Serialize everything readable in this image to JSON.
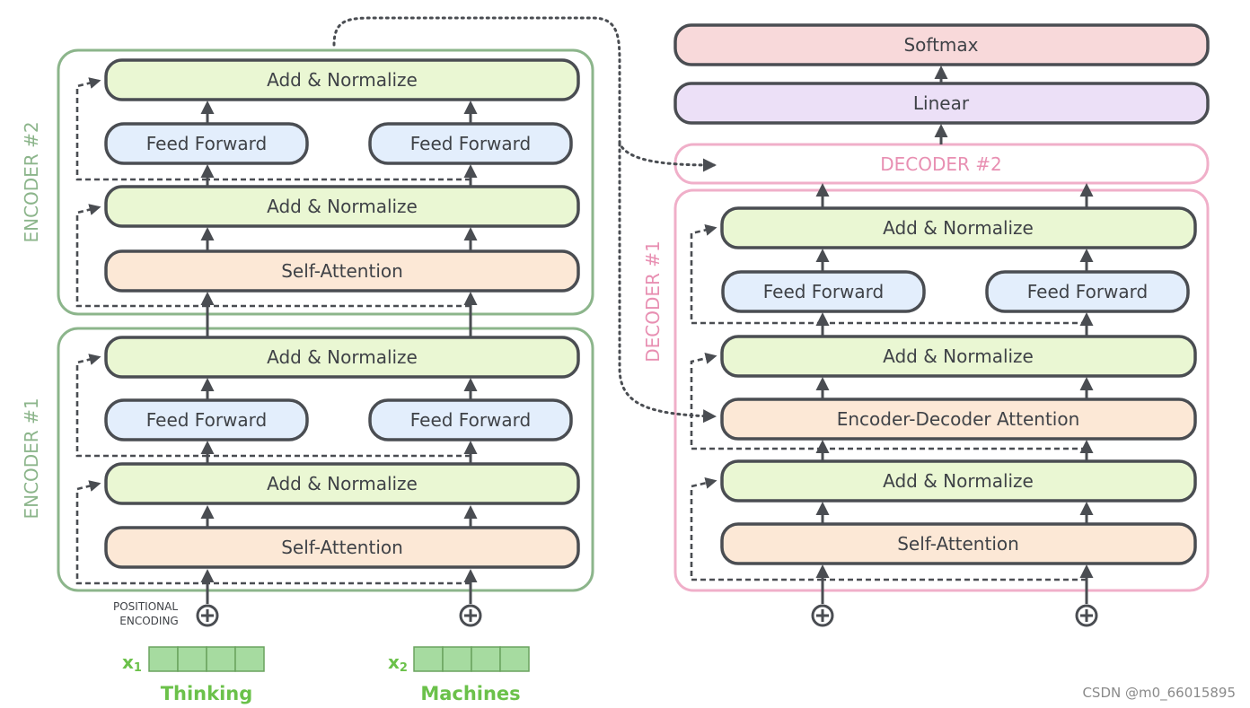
{
  "encoder1": {
    "label": "ENCODER #1",
    "add_norm_top": "Add & Normalize",
    "feed_forward_left": "Feed Forward",
    "feed_forward_right": "Feed Forward",
    "add_norm_mid": "Add & Normalize",
    "self_attention": "Self-Attention"
  },
  "encoder2": {
    "label": "ENCODER #2",
    "add_norm_top": "Add & Normalize",
    "feed_forward_left": "Feed Forward",
    "feed_forward_right": "Feed Forward",
    "add_norm_mid": "Add & Normalize",
    "self_attention": "Self-Attention"
  },
  "decoder1": {
    "label": "DECODER #1",
    "add_norm_top": "Add & Normalize",
    "feed_forward_left": "Feed Forward",
    "feed_forward_right": "Feed Forward",
    "add_norm_mid": "Add & Normalize",
    "enc_dec_attention": "Encoder-Decoder Attention",
    "add_norm_low": "Add & Normalize",
    "self_attention": "Self-Attention"
  },
  "decoder2": {
    "label": "DECODER #2"
  },
  "output": {
    "linear": "Linear",
    "softmax": "Softmax"
  },
  "inputs": {
    "positional_encoding_line1": "POSITIONAL",
    "positional_encoding_line2": "ENCODING",
    "x1_label": "x",
    "x1_sub": "1",
    "x1_word": "Thinking",
    "x2_label": "x",
    "x2_sub": "2",
    "x2_word": "Machines"
  },
  "watermark": "CSDN @m0_66015895",
  "colors": {
    "green_block": "#eaf7d3",
    "blue_block": "#e3eefc",
    "peach_block": "#fce8d6",
    "pink_block": "#f8d9da",
    "purple_block": "#ece0f7",
    "encoder_border": "#8cb58b",
    "decoder_border": "#f0afc9",
    "input_green": "#6bc14a",
    "vector_cell": "#a6dba0"
  }
}
